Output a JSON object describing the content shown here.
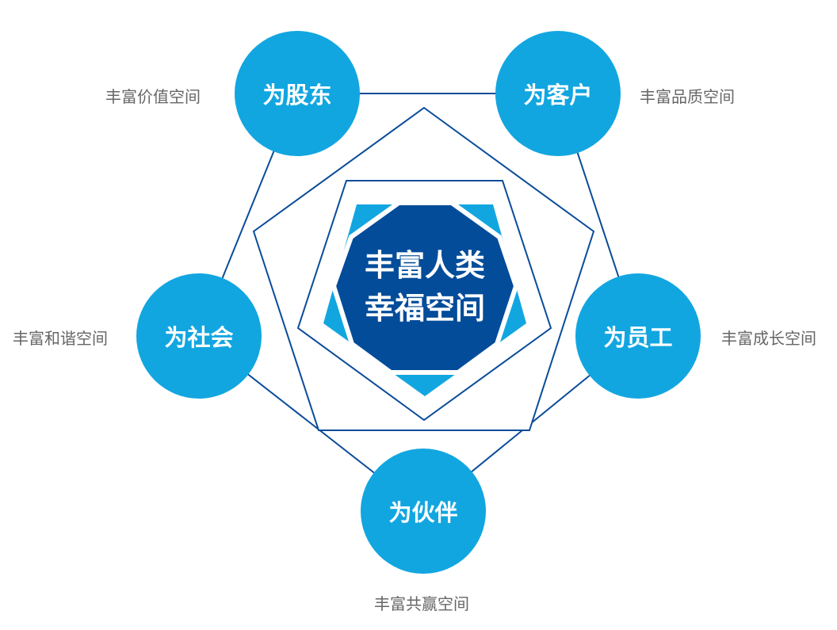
{
  "center": {
    "line1": "丰富人类",
    "line2": "幸福空间"
  },
  "nodes": [
    {
      "label": "为股东",
      "desc": "丰富价值空间"
    },
    {
      "label": "为客户",
      "desc": "丰富品质空间"
    },
    {
      "label": "为社会",
      "desc": "丰富和谐空间"
    },
    {
      "label": "为员工",
      "desc": "丰富成长空间"
    },
    {
      "label": "为伙伴",
      "desc": "丰富共赢空间"
    }
  ],
  "colors": {
    "circle": "#12a6e0",
    "core": "#024c9a",
    "line": "#0a4c9a",
    "text": "#666666"
  }
}
